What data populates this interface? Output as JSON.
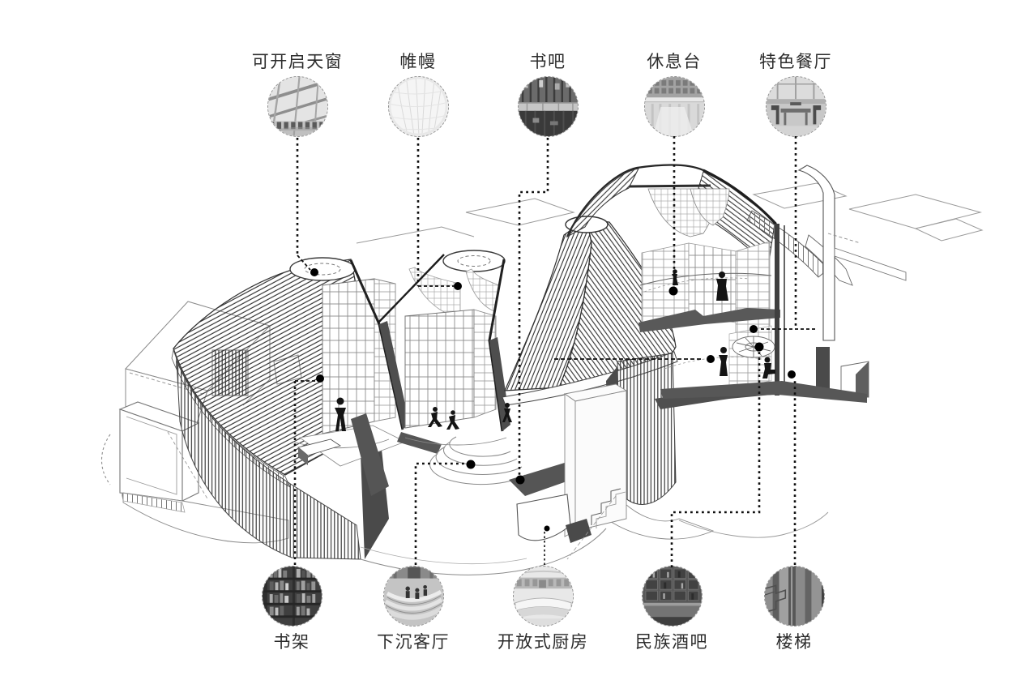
{
  "figure": {
    "title_hint": "sectional axonometric diagram of yurt-inspired library interior",
    "top_callouts": [
      {
        "id": "skylight",
        "label": "可开启天窗"
      },
      {
        "id": "drapery",
        "label": "帷幔"
      },
      {
        "id": "book-bar",
        "label": "书吧"
      },
      {
        "id": "rest-deck",
        "label": "休息台"
      },
      {
        "id": "specialty-restaurant",
        "label": "特色餐厅"
      }
    ],
    "bottom_callouts": [
      {
        "id": "bookshelf",
        "label": "书架"
      },
      {
        "id": "sunken-lounge",
        "label": "下沉客厅"
      },
      {
        "id": "open-kitchen",
        "label": "开放式厨房"
      },
      {
        "id": "ethnic-bar",
        "label": "民族酒吧"
      },
      {
        "id": "stairs",
        "label": "楼梯"
      }
    ],
    "colors": {
      "ink": "#1f1f1f",
      "poche": "#555555",
      "leader": "#0f0f0f",
      "background": "#ffffff"
    }
  }
}
